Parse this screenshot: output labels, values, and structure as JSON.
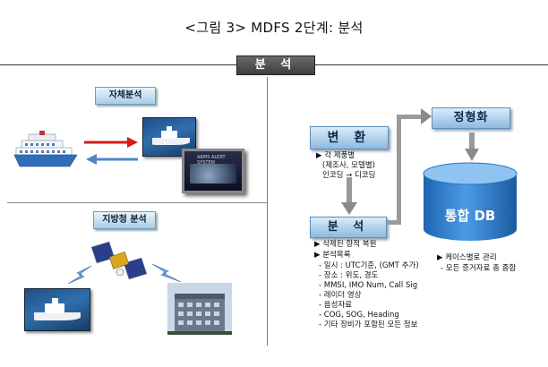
{
  "title": "<그림 3> MDFS 2단계: 분석",
  "header": "분 석",
  "left": {
    "section1_label": "자체분석",
    "section2_label": "지방청 분석",
    "screen_caption": "ARMS ALERT SYSTEM"
  },
  "right": {
    "convert_box": "변 환",
    "convert_items": [
      "▶ 각 제품별",
      "(제조사, 모델별)",
      "인코딩 → 디코딩"
    ],
    "analyze_box": "분 석",
    "analyze_items": [
      "▶ 삭제된 항적 복원",
      "▶ 분석목록",
      "- 일시 : UTC기준, (GMT 추가)",
      "- 장소 : 위도, 경도",
      "- MMSI, IMO Num, Call Sig",
      "- 레이더 영상",
      "- 음성자료",
      "- COG, SOG, Heading",
      "- 기타 장비가 포함된 모든 정보"
    ],
    "normalize_box": "정형화",
    "db_label": "통합 DB",
    "db_items": [
      "▶ 케이스별로 관리",
      "- 모든 증거자료 총 종합"
    ]
  },
  "colors": {
    "red_arrow": "#d21a1a",
    "blue_arrow": "#4f86c6",
    "db_blue": "#2f7fd0",
    "gray_arrow": "#9a9a9a"
  }
}
